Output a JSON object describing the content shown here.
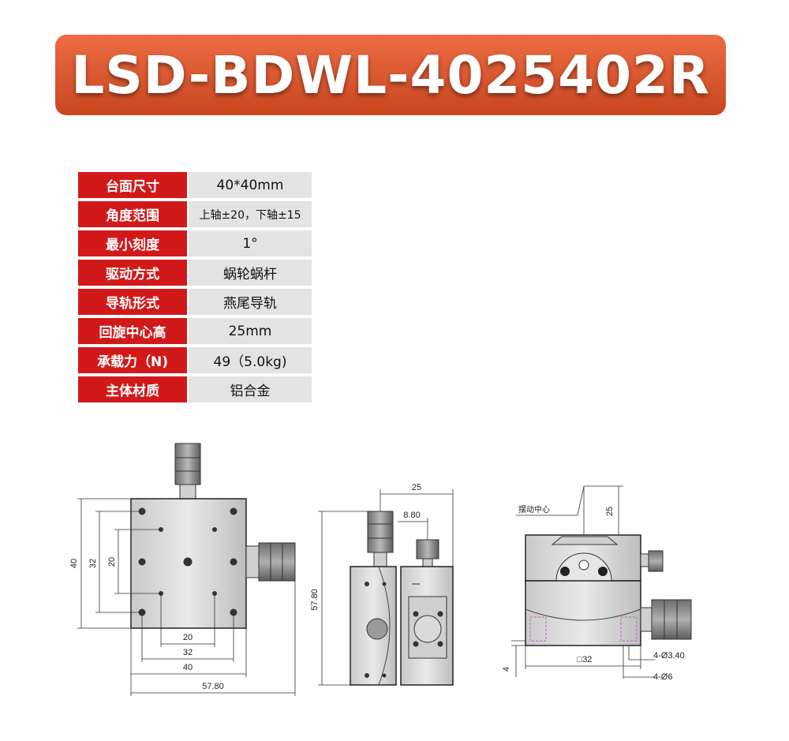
{
  "title": "LSD-BDWL-4025402R",
  "colors": {
    "banner_top": "#e8603a",
    "banner_bottom": "#c9461f",
    "key_cell": "#d2191a",
    "value_cell": "#e3e3e3"
  },
  "specs": [
    {
      "key": "台面尺寸",
      "value": "40*40mm"
    },
    {
      "key": "角度范围",
      "value": "上轴±20，下轴±15"
    },
    {
      "key": "最小刻度",
      "value": "1°"
    },
    {
      "key": "驱动方式",
      "value": "蜗轮蜗杆"
    },
    {
      "key": "导轨形式",
      "value": "燕尾导轨"
    },
    {
      "key": "回旋中心高",
      "value": "25mm"
    },
    {
      "key": "承载力（N)",
      "value": "49（5.0kg)"
    },
    {
      "key": "主体材质",
      "value": "铝合金"
    }
  ],
  "drawings": {
    "top_view": {
      "dims": [
        "40",
        "32",
        "20",
        "20",
        "32",
        "40",
        "57.80"
      ]
    },
    "side_view": {
      "dims": [
        "25",
        "8.80",
        "57.80"
      ]
    },
    "front_view": {
      "label_center": "摆动中心",
      "dims": [
        "25",
        "□32",
        "4-Ø3.40",
        "4-Ø6",
        "4"
      ]
    }
  }
}
